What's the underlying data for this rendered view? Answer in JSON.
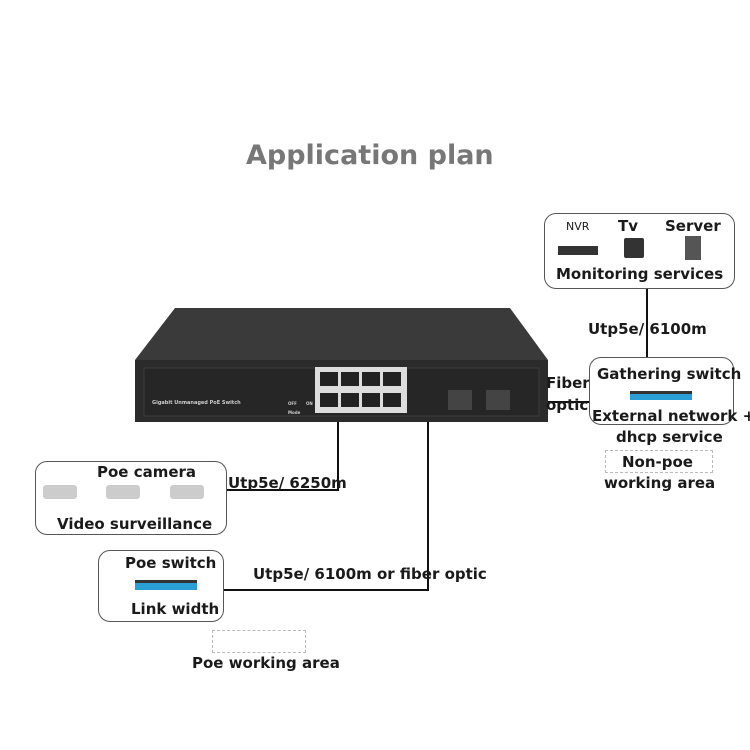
{
  "title": "Application plan",
  "device": {
    "label": "Gigabit Unmanaged PoE Switch",
    "mode_label": "Mode",
    "switch_off": "OFF",
    "switch_on": "ON"
  },
  "monitoring": {
    "nvr": "NVR",
    "tv": "Tv",
    "server": "Server",
    "caption": "Monitoring services"
  },
  "uplink_cable": "Utp5e/ 6100m",
  "fiber": {
    "line1": "Fiber",
    "line2": "optic"
  },
  "gathering": {
    "title": "Gathering switch",
    "caption1": "External network +",
    "caption2": "dhcp service"
  },
  "non_poe": {
    "line1": "Non-poe",
    "line2": "working area"
  },
  "camera": {
    "title": "Poe camera",
    "caption": "Video surveillance",
    "cable": "Utp5e/ 6250m"
  },
  "poe_switch": {
    "title": "Poe switch",
    "caption": "Link width",
    "cable": "Utp5e/ 6100m or fiber optic"
  },
  "poe_area": "Poe working area",
  "colors": {
    "device": "#2e2e2e",
    "title": "#777777",
    "accent_blue": "#2a9fd6"
  }
}
